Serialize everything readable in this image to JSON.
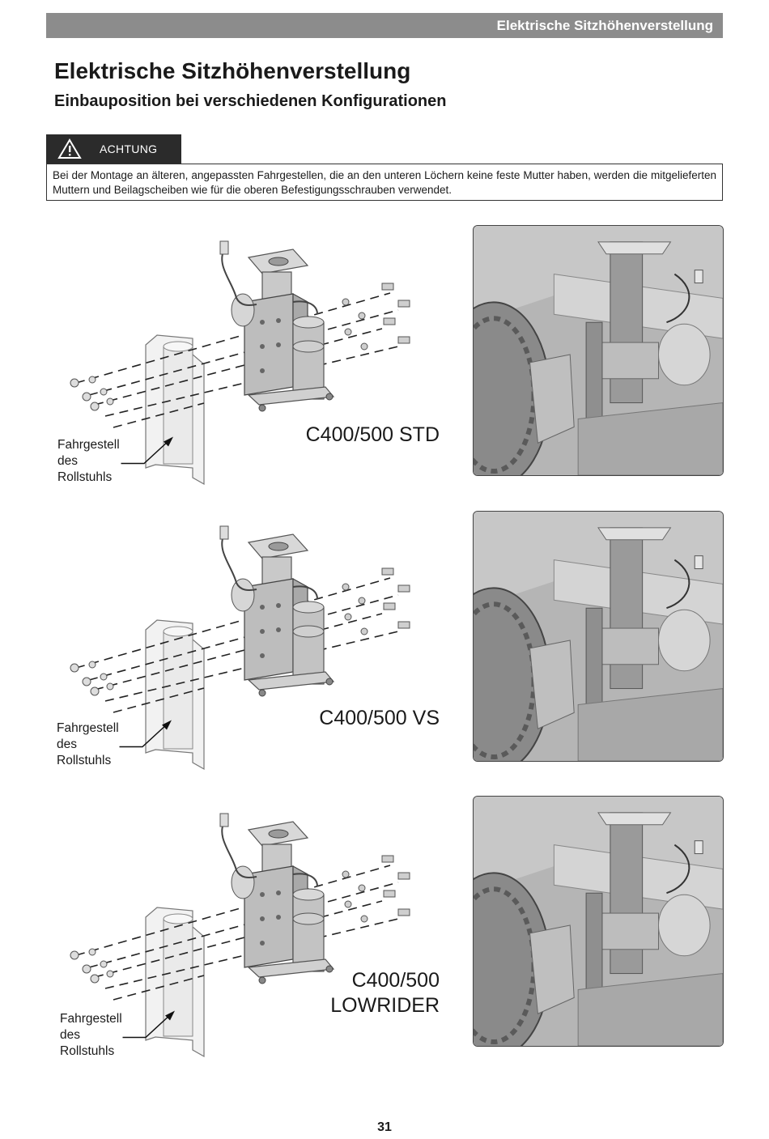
{
  "header": {
    "section_title": "Elektrische Sitzhöhenverstellung"
  },
  "page": {
    "title": "Elektrische Sitzhöhenverstellung",
    "subtitle": "Einbauposition bei verschiedenen Konfigurationen"
  },
  "warning": {
    "label": "ACHTUNG",
    "icon": "warning-triangle-icon",
    "text": "Bei der Montage an älteren, angepassten Fahrgestellen, die an den unteren Löchern keine feste Mutter haben, werden die mitgelieferten Muttern und Beilagscheiben wie für die oberen Befestigungsschrauben verwendet."
  },
  "configurations": [
    {
      "model": "C400/500 STD",
      "callout": [
        "Fahrgestell",
        "des",
        "Rollstuhls"
      ]
    },
    {
      "model": "C400/500 VS",
      "callout": [
        "Fahrgestell",
        "des",
        "Rollstuhls"
      ]
    },
    {
      "model_lines": [
        "C400/500",
        "LOWRIDER"
      ],
      "callout": [
        "Fahrgestell",
        "des",
        "Rollstuhls"
      ]
    }
  ],
  "footer": {
    "page_number": "31"
  }
}
